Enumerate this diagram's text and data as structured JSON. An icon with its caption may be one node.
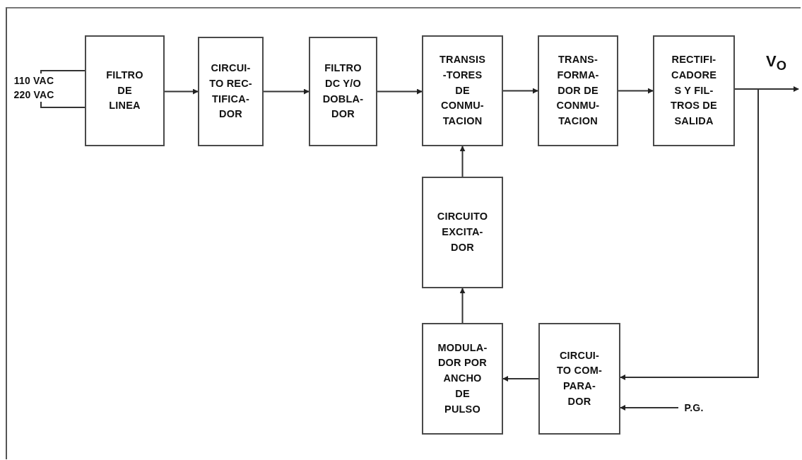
{
  "diagram": {
    "nodes": [
      {
        "text": [
          "FILTRO DE LINEA"
        ]
      },
      {
        "text": [
          "CIRCUI- TO REC- TIFICA- DOR"
        ]
      },
      {
        "text": [
          "FILTRO DC Y/O DOBLA- DOR"
        ]
      },
      {
        "text": [
          "TRANSIS -TORES DE CONMU- TACION"
        ]
      },
      {
        "text": [
          "TRANS- FORMA- DOR DE CONMU- TACION"
        ]
      },
      {
        "text": [
          "RECTIFI- CADORE S Y FIL- TROS DE SALIDA"
        ]
      },
      {
        "text": [
          "CIRCUITO EXCITA- DOR"
        ]
      },
      {
        "text": [
          "MODULA- DOR POR ANCHO DE PULSO"
        ]
      },
      {
        "text": [
          "CIRCUI- TO COM- PARA- DOR"
        ]
      },
      {
        "text": [
          "P.G."
        ]
      },
      {
        "text": [
          "110 VAC"
        ]
      },
      {
        "text": [
          "220 VAC"
        ]
      }
    ],
    "edges": [
      {
        "from": 10,
        "to": 0,
        "arrow": "none"
      },
      {
        "from": 11,
        "to": 0,
        "arrow": "none"
      },
      {
        "from": 0,
        "to": 1,
        "arrow": "to"
      },
      {
        "from": 1,
        "to": 2,
        "arrow": "to"
      },
      {
        "from": 2,
        "to": 3,
        "arrow": "to"
      },
      {
        "from": 3,
        "to": 4,
        "arrow": "to"
      },
      {
        "from": 4,
        "to": 5,
        "arrow": "to"
      },
      {
        "from": 5,
        "to": null,
        "arrow": "to"
      },
      {
        "from": 5,
        "to": 8,
        "arrow": "to"
      },
      {
        "from": 6,
        "to": 3,
        "arrow": "to"
      },
      {
        "from": 7,
        "to": 6,
        "arrow": "to"
      },
      {
        "from": 8,
        "to": 7,
        "arrow": "to"
      },
      {
        "from": 9,
        "to": 8,
        "arrow": "to"
      }
    ],
    "labels": [
      "V$_{O}$"
    ]
  }
}
